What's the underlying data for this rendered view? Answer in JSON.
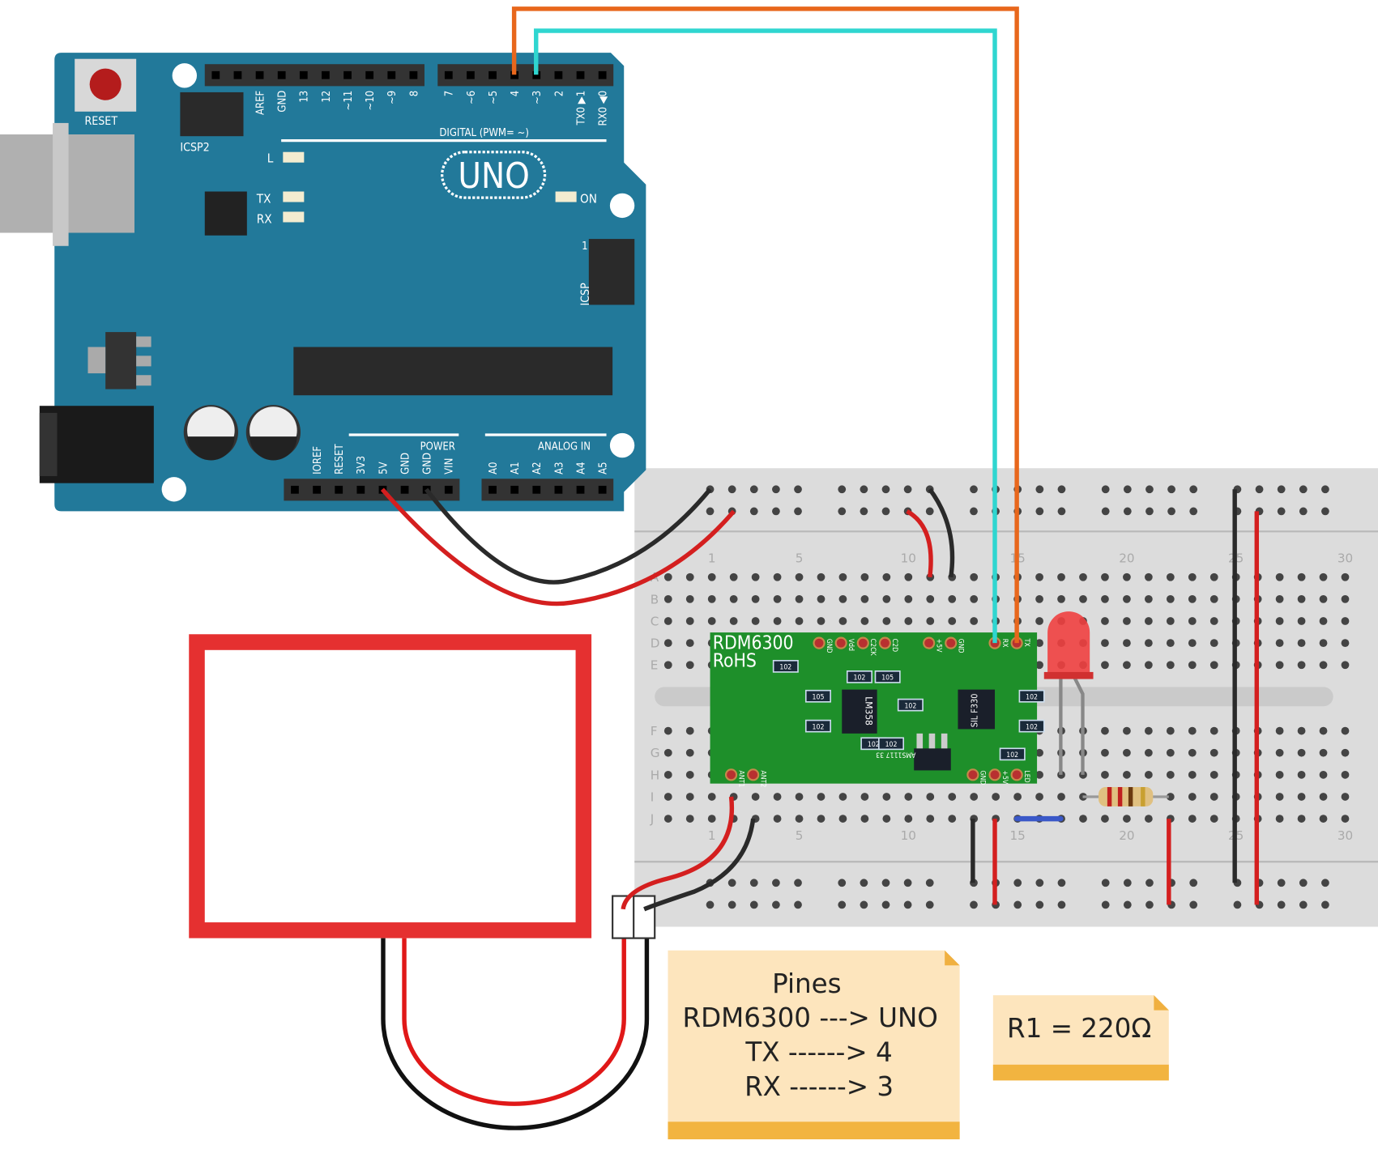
{
  "arduino": {
    "model": "UNO",
    "reset_label": "RESET",
    "icsp2_label": "ICSP2",
    "icsp_label": "ICSP",
    "icsp_pin1": "1",
    "led_l": "L",
    "led_tx": "TX",
    "led_rx": "RX",
    "led_on": "ON",
    "digital_label": "DIGITAL (PWM=    ~)",
    "power_label": "POWER",
    "analog_label": "ANALOG IN",
    "top_header_1": [
      "AREF",
      "GND",
      "13",
      "12",
      "~11",
      "~10",
      "~9",
      "8"
    ],
    "top_header_2": [
      "7",
      "~6",
      "~5",
      "4",
      "~3",
      "2",
      "TX0 ▶1",
      "RX0 ◀0"
    ],
    "power_pins": [
      "IOREF",
      "RESET",
      "3V3",
      "5V",
      "GND",
      "GND",
      "VIN"
    ],
    "analog_pins": [
      "A0",
      "A1",
      "A2",
      "A3",
      "A4",
      "A5"
    ]
  },
  "breadboard": {
    "row_letters_top": [
      "A",
      "B",
      "C",
      "D",
      "E"
    ],
    "row_letters_bottom": [
      "F",
      "G",
      "H",
      "I",
      "J"
    ],
    "column_numbers": [
      "1",
      "5",
      "10",
      "15",
      "20",
      "25",
      "30"
    ]
  },
  "rfid_module": {
    "name": "RDM6300",
    "subtitle": "RoHS",
    "top_pins": [
      "GND",
      "Vdd",
      "C2CK",
      "C2D"
    ],
    "power_pins": [
      "+5V",
      "GND"
    ],
    "serial_pins": [
      "RX",
      "TX"
    ],
    "antenna_pins": [
      "ANT1",
      "ANT2"
    ],
    "bottom_pins": [
      "GND",
      "+5V",
      "LED"
    ],
    "chips": [
      "LM358",
      "SIL F330",
      "AMS1117 33"
    ],
    "resistor_codes": [
      "102",
      "105"
    ]
  },
  "notes": {
    "pins_note": [
      "Pines",
      "RDM6300 ---> UNO",
      "TX ------> 4",
      "RX ------> 3"
    ],
    "resistor_note": "R1 = 220Ω"
  },
  "colors": {
    "arduino_board": "#22799a",
    "breadboard": "#dcdcdc",
    "rfid_pcb": "#1e8f2a",
    "wire_tx": "#e8671c",
    "wire_rx": "#2fd6d0",
    "wire_power": "#d41f1f",
    "wire_ground": "#2a2a2a",
    "antenna": "#e53030",
    "note": "#fde5bd"
  }
}
